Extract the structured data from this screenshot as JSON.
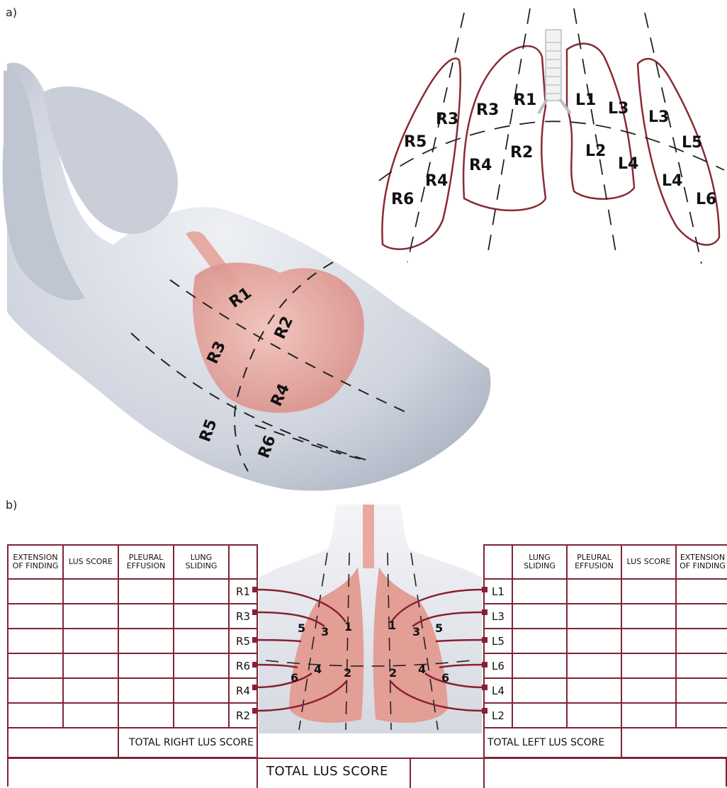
{
  "panel_a_label": "a)",
  "panel_b_label": "b)",
  "figure_a": {
    "patient_zones": [
      "R1",
      "R2",
      "R3",
      "R4",
      "R5",
      "R6"
    ],
    "schematic_zones": [
      "R1",
      "R2",
      "R3",
      "R4",
      "R5",
      "R6",
      "L1",
      "L2",
      "L3",
      "L4",
      "L5",
      "L6"
    ]
  },
  "table": {
    "right_headers": [
      "EXTENSION OF FINDING",
      "LUS SCORE",
      "PLEURAL EFFUSION",
      "LUNG SLIDING"
    ],
    "left_headers": [
      "LUNG SLIDING",
      "PLEURAL EFFUSION",
      "LUS SCORE",
      "EXTENSION OF FINDING"
    ],
    "right_rows": [
      "R1",
      "R3",
      "R5",
      "R6",
      "R4",
      "R2"
    ],
    "left_rows": [
      "L1",
      "L3",
      "L5",
      "L6",
      "L4",
      "L2"
    ],
    "total_right": "TOTAL RIGHT LUS SCORE",
    "total_left": "TOTAL LEFT LUS SCORE",
    "total": "TOTAL LUS SCORE"
  },
  "chest_numbers": [
    "1",
    "2",
    "3",
    "4",
    "5",
    "6"
  ],
  "colors": {
    "border": "#7d2535",
    "lung": "#e8a09a",
    "body": "#d9dde6",
    "arrow": "#8a1f30"
  }
}
